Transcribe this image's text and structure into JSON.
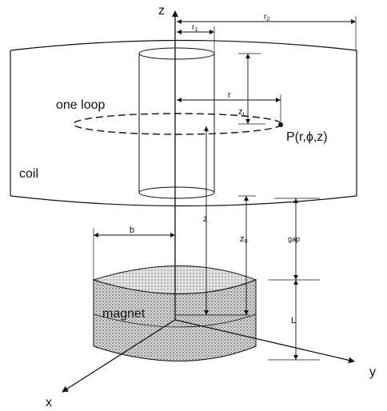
{
  "labels": {
    "z_axis": "z",
    "y_axis": "y",
    "x_axis": "x",
    "r1": "r",
    "r1_sub": "1",
    "r2": "r",
    "r2_sub": "2",
    "one_loop": "one loop",
    "r_dim": "r",
    "zL": "z",
    "zL_sub": "L",
    "point": "P(r,ϕ,z)",
    "coil": "coil",
    "b": "b",
    "z_dim": "z",
    "z0": "z",
    "z0_sub": "0",
    "gap": "gap",
    "magnet": "magnet",
    "L": "L"
  }
}
